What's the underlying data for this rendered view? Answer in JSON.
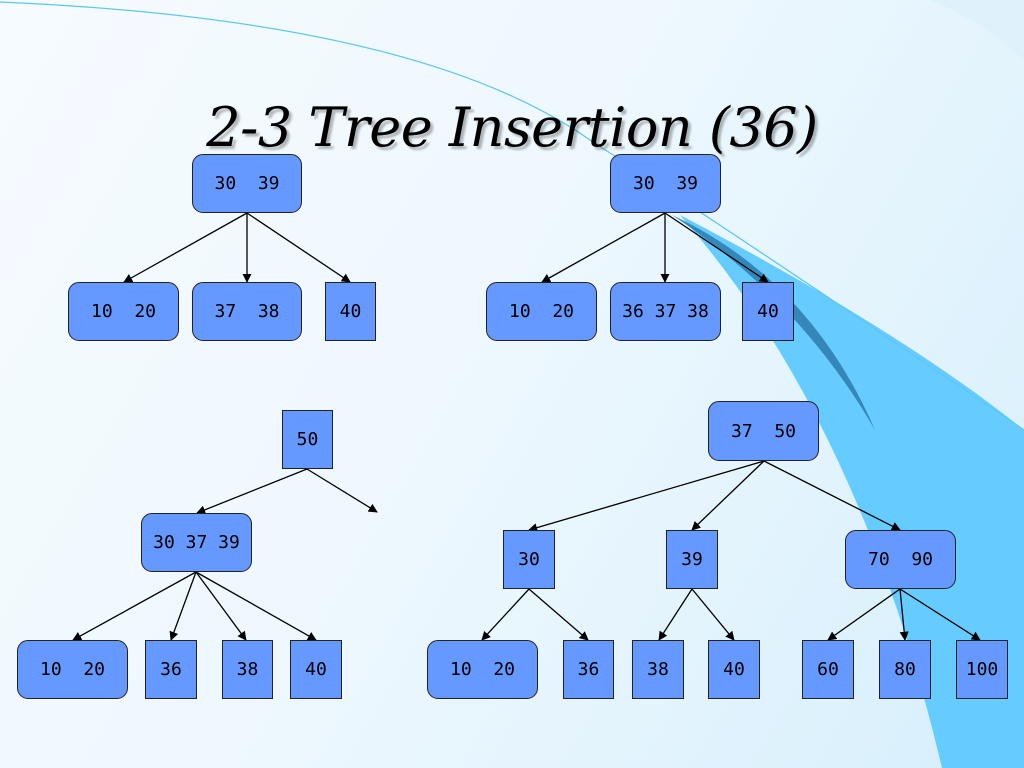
{
  "title": "2-3 Tree Insertion (36)",
  "colors": {
    "node_fill": "#6699ff",
    "node_border": "#222222",
    "edge": "#000000",
    "accent_dark": "#2f7fb0",
    "accent_light": "#66ccff"
  },
  "nodes": {
    "d1_root": "30  39",
    "d1_left": "10  20",
    "d1_mid": "37  38",
    "d1_right": "40",
    "d2_root": "30  39",
    "d2_left": "10  20",
    "d2_mid": "36 37 38",
    "d2_right": "40",
    "d3_root": "50",
    "d3_mid": "30 37 39",
    "d3_l1": "10  20",
    "d3_l2": "36",
    "d3_l3": "38",
    "d3_l4": "40",
    "d4_root": "37  50",
    "d4_a": "30",
    "d4_b": "39",
    "d4_c": "70  90",
    "d4_l1": "10  20",
    "d4_l2": "36",
    "d4_l3": "38",
    "d4_l4": "40",
    "d4_l5": "60",
    "d4_l6": "80",
    "d4_l7": "100"
  }
}
